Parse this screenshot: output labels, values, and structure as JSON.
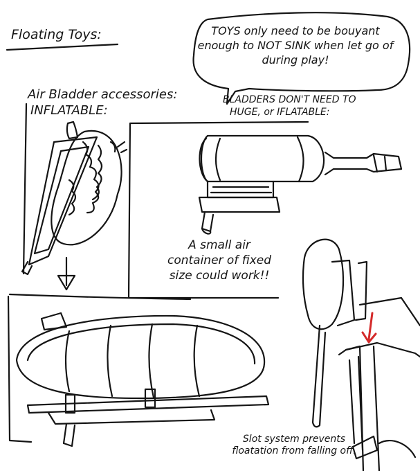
{
  "title": "Floating Toys:",
  "speech_bubble": "TOYS only need to be bouyant enough to NOT SINK when let go of during play!",
  "panel_air_bladder": {
    "heading_line1": "Air Bladder accessories:",
    "heading_line2": "INFLATABLE:"
  },
  "panel_fixed_container": {
    "heading_line1": "BLADDERS DON'T NEED TO",
    "heading_line2": "HUGE, or IFLATABLE:",
    "caption": "A small air container of fixed size could work!!"
  },
  "panel_slot_system": {
    "caption": "Slot system prevents floatation from falling off."
  },
  "colors": {
    "ink": "#151515",
    "paper": "#ffffff",
    "accent_arrow": "#d42a2a"
  }
}
